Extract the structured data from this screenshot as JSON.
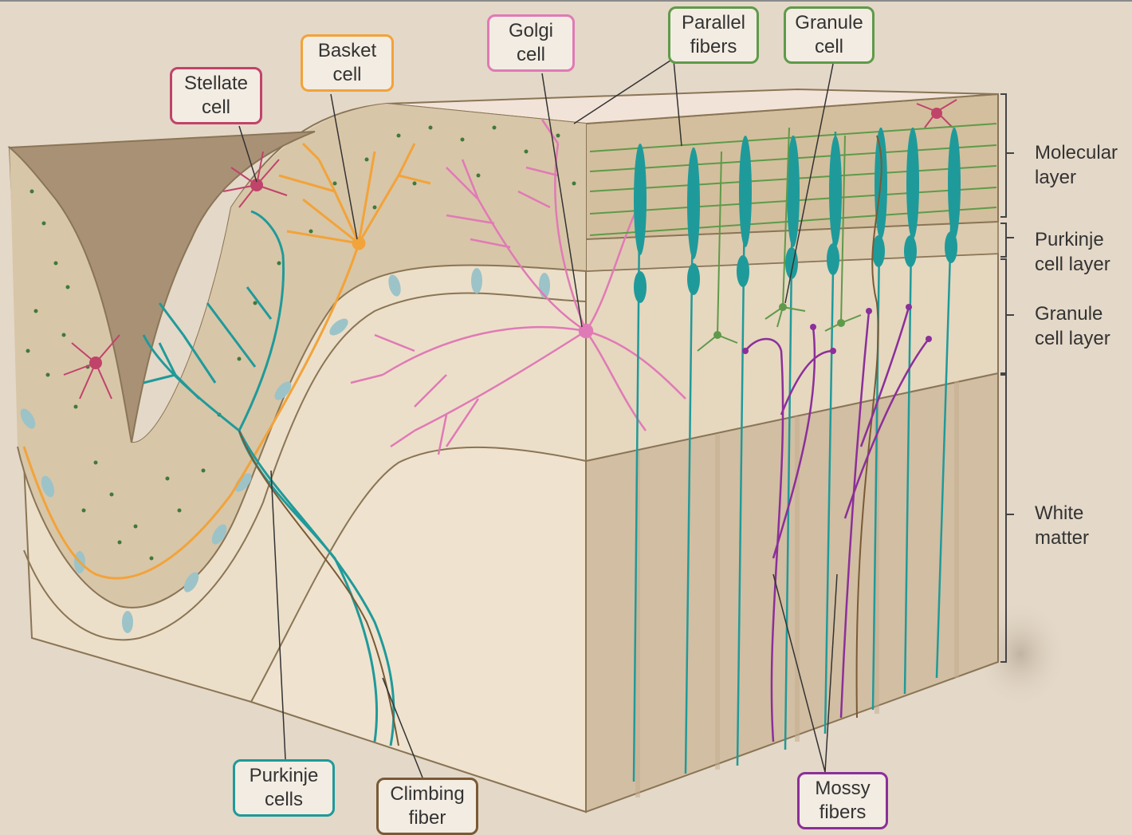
{
  "callouts": {
    "stellate": {
      "line1": "Stellate",
      "line2": "cell",
      "color": "#c0436a"
    },
    "basket": {
      "line1": "Basket",
      "line2": "cell",
      "color": "#f2a33a"
    },
    "golgi": {
      "line1": "Golgi",
      "line2": "cell",
      "color": "#e07ab6"
    },
    "parallel": {
      "line1": "Parallel",
      "line2": "fibers",
      "color": "#5f9a4a"
    },
    "granule": {
      "line1": "Granule",
      "line2": "cell",
      "color": "#5f9a4a"
    },
    "purkinje": {
      "line1": "Purkinje",
      "line2": "cells",
      "color": "#1f9a9a"
    },
    "climbing": {
      "line1": "Climbing",
      "line2": "fiber",
      "color": "#7a5a35"
    },
    "mossy": {
      "line1": "Mossy",
      "line2": "fibers",
      "color": "#8b2f9a"
    }
  },
  "layers": {
    "molecular": {
      "line1": "Molecular",
      "line2": "layer"
    },
    "purkinje": {
      "line1": "Purkinje",
      "line2": "cell layer"
    },
    "granule": {
      "line1": "Granule",
      "line2": "cell layer"
    },
    "white": {
      "line1": "White",
      "line2": "matter"
    }
  },
  "colors": {
    "background": "#e4d8c8",
    "molecular": "#d8c6a8",
    "purkinje_layer": "#e2d4bc",
    "granule_layer": "#ecdfc9",
    "white_matter": "#efe3cf",
    "side_face": "#d7c3a6",
    "purkinje_cell": "#1f9a9a",
    "golgi_cell": "#e07ab6",
    "basket_cell": "#f2a33a",
    "stellate_cell": "#c0436a",
    "granule_cell": "#5f9a4a",
    "mossy_fiber": "#8b2f9a",
    "climbing_fiber": "#7a5a35",
    "purkinje_soma_light": "#9cc3c8"
  }
}
